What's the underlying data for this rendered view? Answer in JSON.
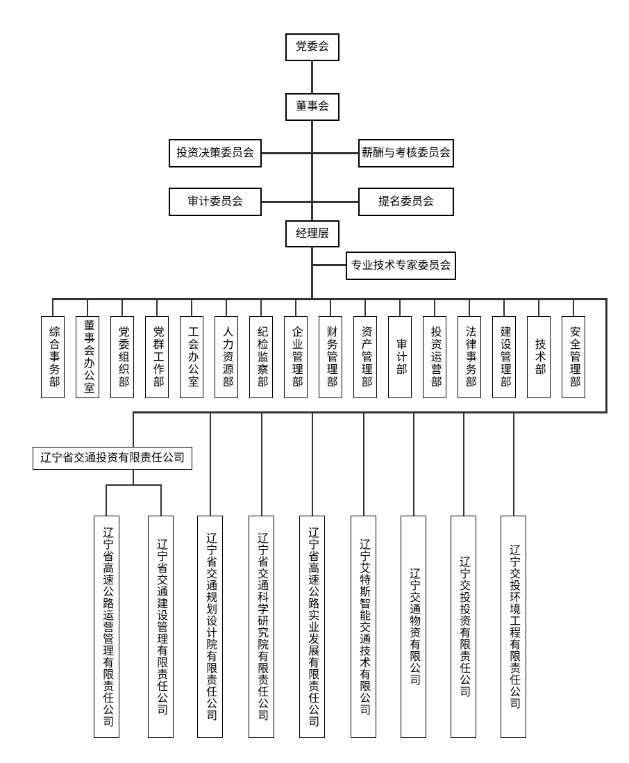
{
  "org": {
    "party_committee": "党委会",
    "board": "董事会",
    "management": "经理层",
    "expert_committee": "专业技术专家委员会",
    "committees": [
      "投资决策委员会",
      "薪酬与考核委员会",
      "审计委员会",
      "提名委员会"
    ],
    "departments": [
      "综合事务部",
      "董事会办公室",
      "党委组织部",
      "党群工作部",
      "工会办公室",
      "人力资源部",
      "纪检监察部",
      "企业管理部",
      "财务管理部",
      "资产管理部",
      "审计部",
      "投资运营部",
      "法律事务部",
      "建设管理部",
      "技术部",
      "安全管理部"
    ],
    "company": "辽宁省交通投资有限责任公司",
    "subsidiaries": [
      "辽宁省高速公路运营管理有限责任公司",
      "辽宁省交通建设管理有限责任公司",
      "辽宁省交通规划设计院有限责任公司",
      "辽宁省交通科学研究院有限责任公司",
      "辽宁省高速公路实业发展有限责任公司",
      "辽宁艾特斯智能交通技术有限公司",
      "辽宁交通物资有限公司",
      "辽宁交投投资有限责任公司",
      "辽宁交投环境工程有限责任公司"
    ]
  },
  "colors": {
    "background": "#ffffff",
    "box_border": "#000000",
    "connector": "#333333",
    "text": "#000000"
  }
}
